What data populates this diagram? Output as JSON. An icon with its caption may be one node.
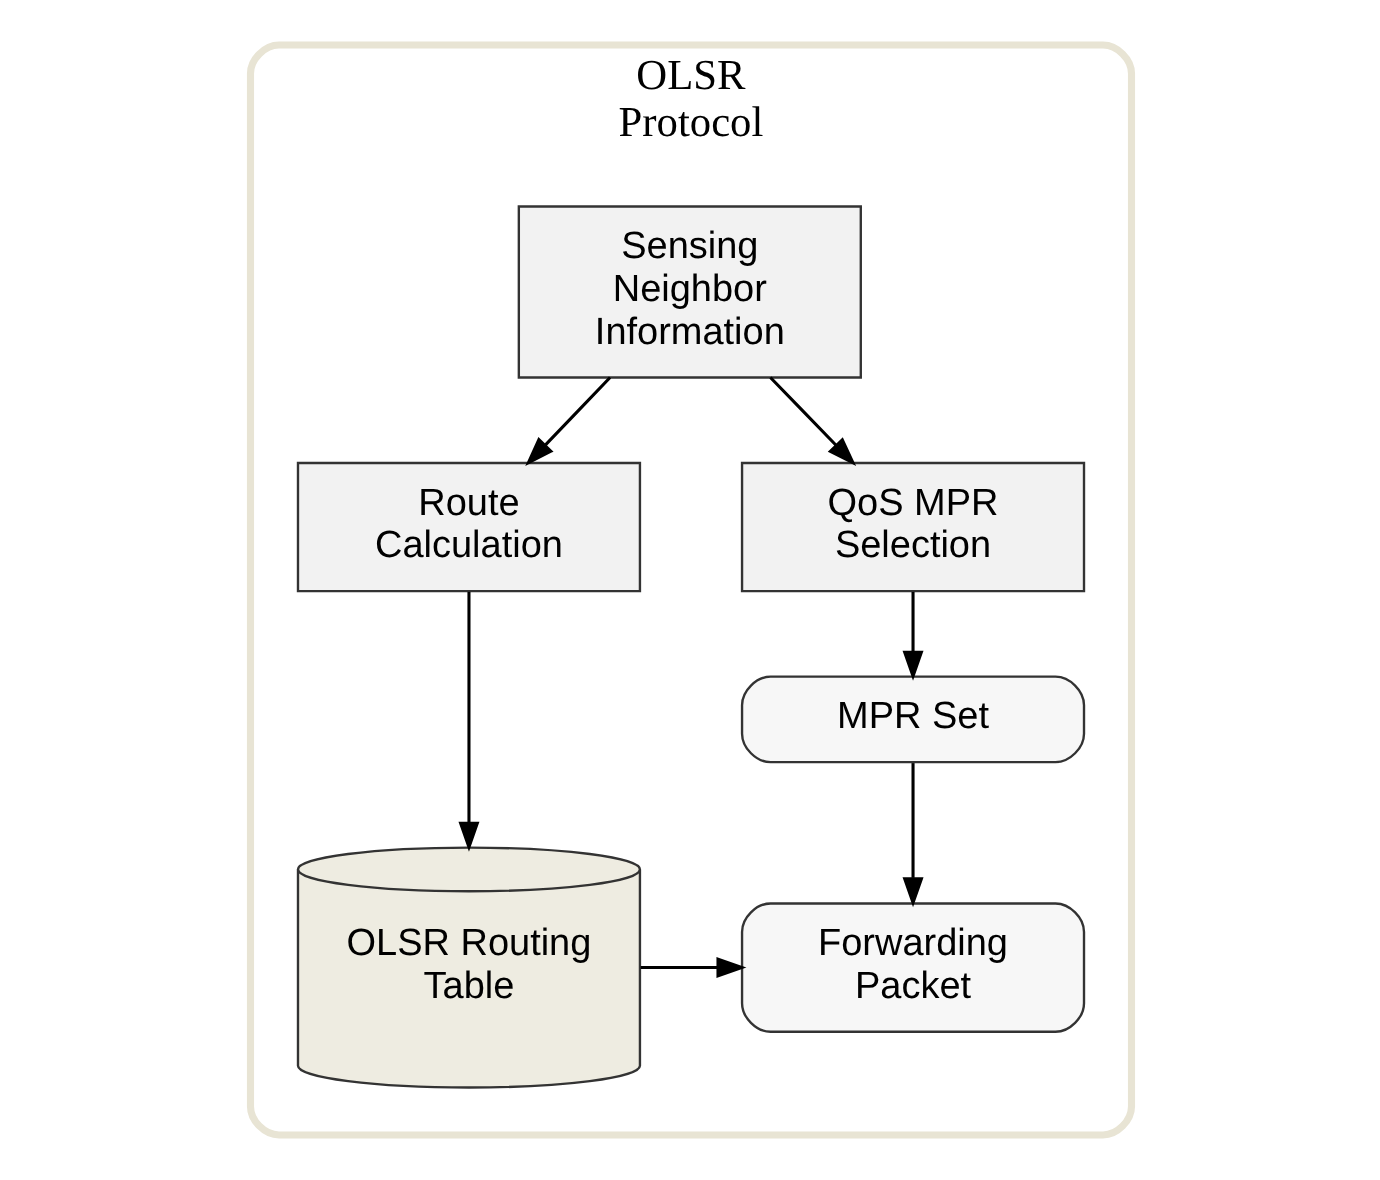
{
  "diagram": {
    "nodes": [
      {
        "text": [
          "OLSR Protocol"
        ]
      },
      {
        "text": [
          "Sensing Neighbor Information"
        ],
        "in": 0
      },
      {
        "text": [
          "QoS MPR Selection"
        ],
        "in": 0
      },
      {
        "text": [
          "Route Calculation"
        ],
        "in": 0
      },
      {
        "text": [
          "MPR Set"
        ],
        "in": 0
      },
      {
        "text": [
          "Forwarding Packet"
        ],
        "in": 0
      },
      {
        "text": [
          "OLSR Routing Table"
        ],
        "in": 0
      }
    ],
    "edges": [
      {
        "from": 1,
        "to": 2,
        "arrow": "to"
      },
      {
        "from": 1,
        "to": 3,
        "arrow": "to"
      },
      {
        "from": 2,
        "to": 4,
        "arrow": "to"
      },
      {
        "from": 3,
        "to": 6,
        "arrow": "to"
      },
      {
        "from": 4,
        "to": 5,
        "arrow": "to"
      },
      {
        "from": 6,
        "to": 5,
        "arrow": "to"
      }
    ]
  }
}
